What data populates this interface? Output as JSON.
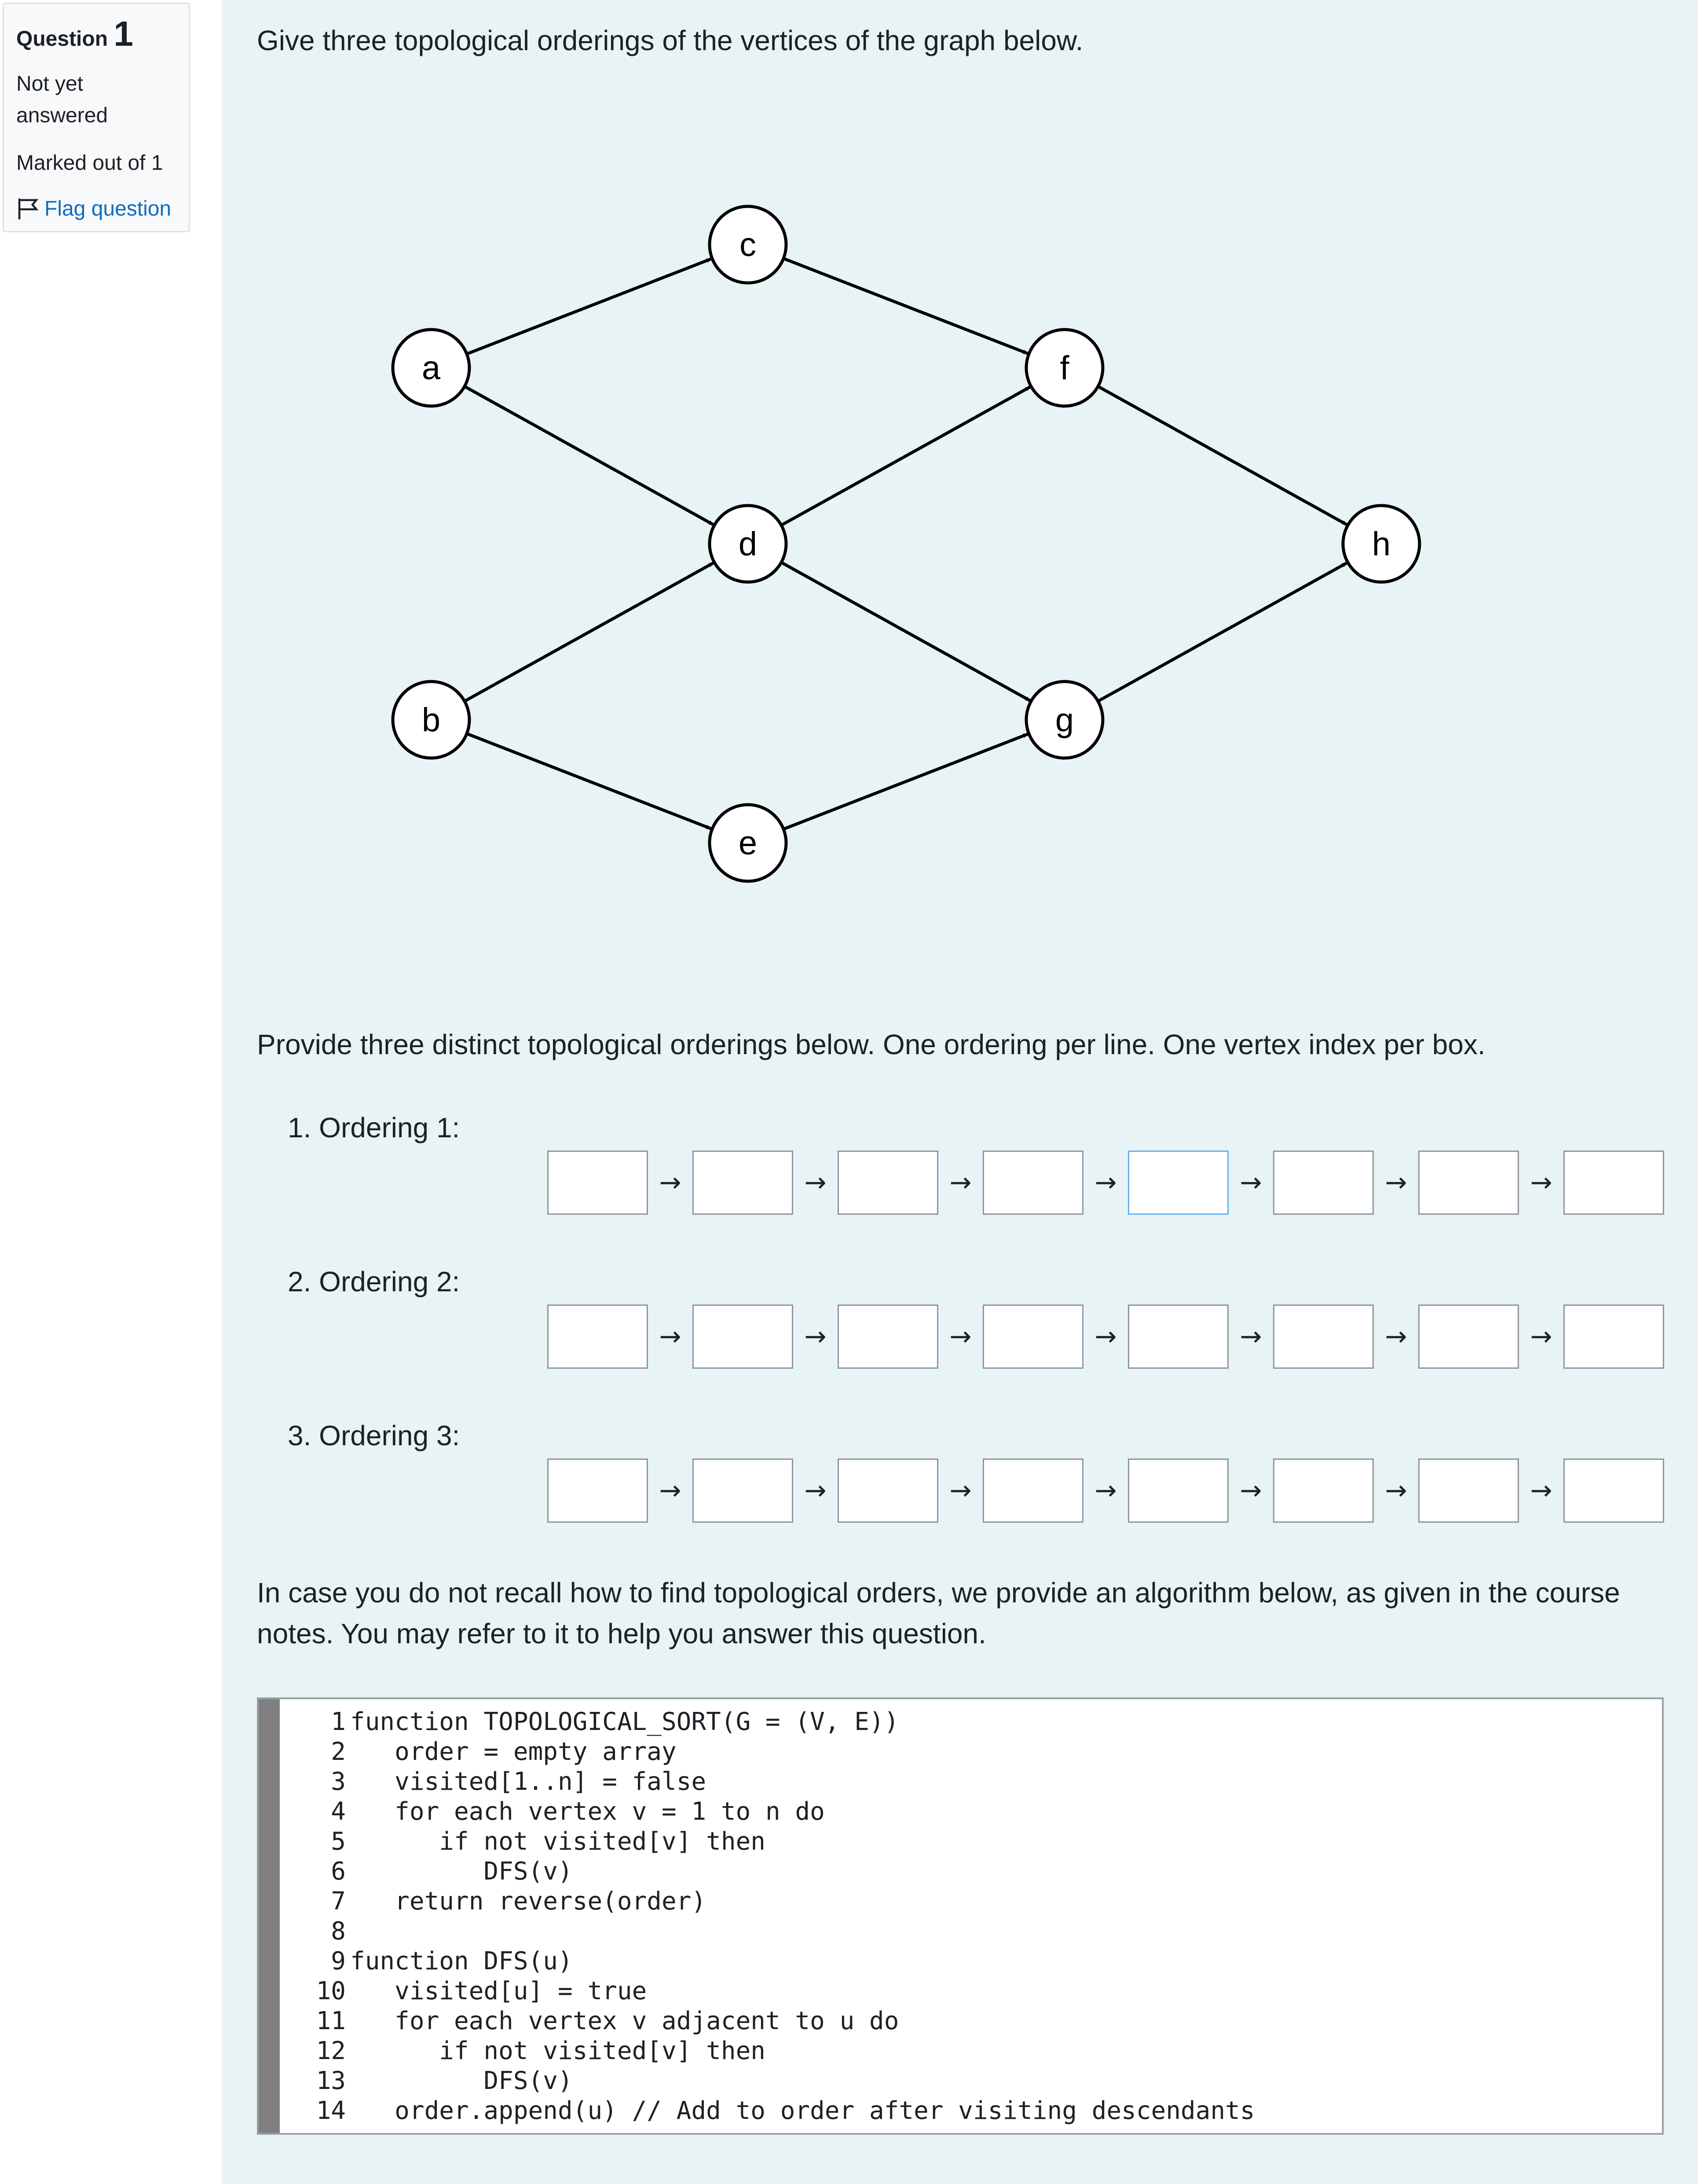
{
  "info": {
    "question_label": "Question",
    "question_number": "1",
    "state": "Not yet answered",
    "grade": "Marked out of 1",
    "flag_label": "Flag question"
  },
  "prompt": "Give three topological orderings of the vertices of the graph below.",
  "graph": {
    "nodes": [
      "a",
      "b",
      "c",
      "d",
      "e",
      "f",
      "g",
      "h"
    ],
    "edges": [
      [
        "a",
        "c"
      ],
      [
        "a",
        "d"
      ],
      [
        "b",
        "d"
      ],
      [
        "b",
        "e"
      ],
      [
        "c",
        "f"
      ],
      [
        "d",
        "f"
      ],
      [
        "d",
        "g"
      ],
      [
        "e",
        "g"
      ],
      [
        "f",
        "h"
      ],
      [
        "g",
        "h"
      ]
    ]
  },
  "instructions": "Provide three distinct topological orderings below. One ordering per line. One vertex index per box.",
  "orderings": [
    {
      "label": "1. Ordering 1:",
      "values": [
        "",
        "",
        "",
        "",
        "",
        "",
        "",
        ""
      ]
    },
    {
      "label": "2. Ordering 2:",
      "values": [
        "",
        "",
        "",
        "",
        "",
        "",
        "",
        ""
      ]
    },
    {
      "label": "3. Ordering 3:",
      "values": [
        "",
        "",
        "",
        "",
        "",
        "",
        "",
        ""
      ]
    }
  ],
  "arrow_glyph": "→",
  "algorithm_intro": "In case you do not recall how to find topological orders, we provide an algorithm below, as given in the course notes. You may refer to it to help you answer this question.",
  "code_lines": [
    "function TOPOLOGICAL_SORT(G = (V, E))",
    "   order = empty array",
    "   visited[1..n] = false",
    "   for each vertex v = 1 to n do",
    "      if not visited[v] then",
    "         DFS(v)",
    "   return reverse(order)",
    "",
    "function DFS(u)",
    "   visited[u] = true",
    "   for each vertex v adjacent to u do",
    "      if not visited[v] then",
    "         DFS(v)",
    "   order.append(u) // Add to order after visiting descendants"
  ]
}
